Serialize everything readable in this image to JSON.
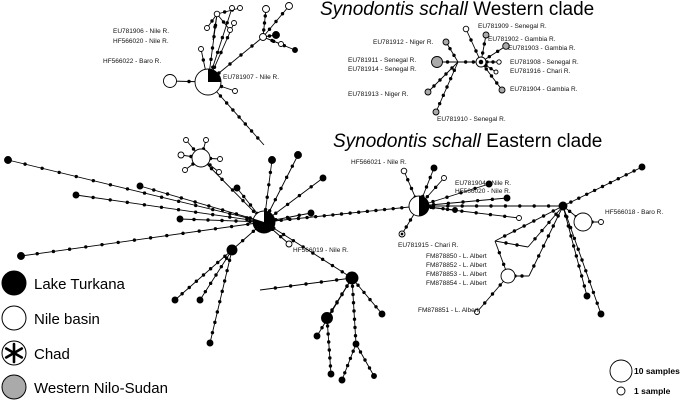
{
  "titles": {
    "western": {
      "species": "Synodontis schall",
      "clade": " Western clade"
    },
    "eastern": {
      "species": "Synodontis schall",
      "clade": " Eastern clade"
    }
  },
  "legend": {
    "items": [
      {
        "key": "lake-turkana",
        "label": "Lake Turkana",
        "color": "#000000"
      },
      {
        "key": "nile-basin",
        "label": "Nile basin",
        "color": "#ffffff"
      },
      {
        "key": "chad",
        "label": "Chad",
        "color": "#ffffff"
      },
      {
        "key": "western-nilo-sudan",
        "label": "Western Nilo-Sudan",
        "color": "#aaaaaa"
      }
    ]
  },
  "scale": {
    "large": "10 samples",
    "small": "1 sample"
  },
  "labels": {
    "top_left": [
      "EU781906 - Nile R.",
      "HF566020 - Nile R.",
      "HF566022 - Baro R.",
      "EU781907 - Nile R."
    ],
    "western": [
      "EU781909 - Senegal R.",
      "EU781912 - Niger R.",
      "EU781902 - Gambia R.",
      "EU781903 - Gambia R.",
      "EU781911 - Senegal R.",
      "EU781914 - Senegal R.",
      "EU781908 - Senegal R.",
      "EU781916 - Chari R.",
      "EU781904 - Gambia R.",
      "EU781913 - Niger R.",
      "EU781910 - Senegal R."
    ],
    "eastern": [
      "HF566021 - Nile R.",
      "EU781904 - Nile R.",
      "HF566020 - Nile R.",
      "HF566018 - Baro R.",
      "HF566019 - Nile R.",
      "EU781915 - Chari R.",
      "FM878850 - L. Albert",
      "FM878852 - L. Albert",
      "FM878853 - L. Albert",
      "FM878854 - L. Albert",
      "FM878851 - L. Albert"
    ]
  }
}
